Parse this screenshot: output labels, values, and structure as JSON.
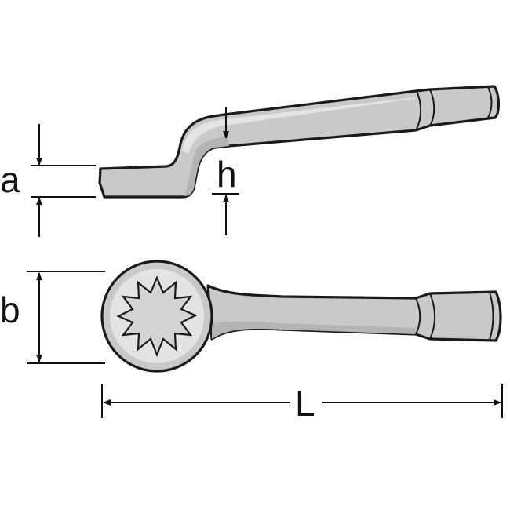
{
  "labels": {
    "a": "a",
    "b": "b",
    "h": "h",
    "L": "L"
  },
  "colors": {
    "wrench_fill": "#c9c9c9",
    "outline": "#1a1a1a",
    "background": "#ffffff"
  }
}
